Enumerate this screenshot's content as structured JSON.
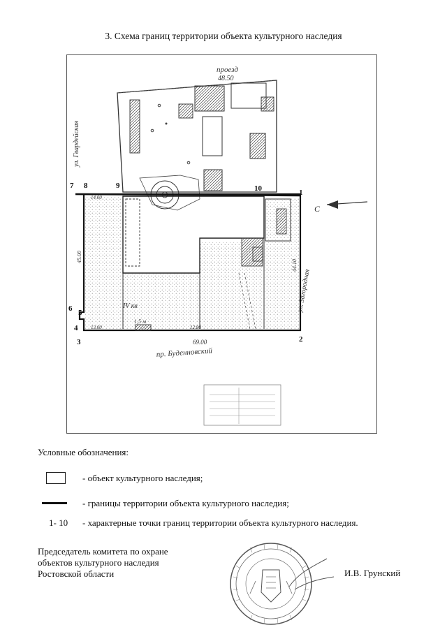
{
  "title": "3. Схема границ территории объекта культурного наследия",
  "plan": {
    "boundary_points": [
      "1",
      "2",
      "3",
      "4",
      "5",
      "6",
      "7",
      "8",
      "9",
      "10"
    ],
    "handwritten": {
      "top_street": "проезд",
      "top_dim": "48.50",
      "right_street": "ул. Загородная",
      "left_street": "ул. Гвардейская",
      "bottom_street": "пр. Буденновский",
      "bottom_dim": "69.00",
      "left_dim": "45.00",
      "right_dim": "44.10",
      "court": "IV кв",
      "mark": "1,5 м",
      "section_dim_1": "13.00",
      "section_dim_2": "14.00",
      "inner_dim": "12.80"
    }
  },
  "legend": {
    "heading": "Условные обозначения:",
    "items": [
      {
        "symbol": "rectangle",
        "text": "- объект культурного наследия;"
      },
      {
        "symbol": "thick-line",
        "text": "- границы территории объекта культурного наследия;"
      },
      {
        "symbol": "range",
        "key": "1- 10",
        "text": "- характерные точки границ территории объекта культурного наследия."
      }
    ]
  },
  "signature": {
    "lines": [
      "Председатель комитета по охране",
      "объектов культурного наследия",
      "Ростовской области"
    ],
    "name": "И.В. Грунский"
  }
}
